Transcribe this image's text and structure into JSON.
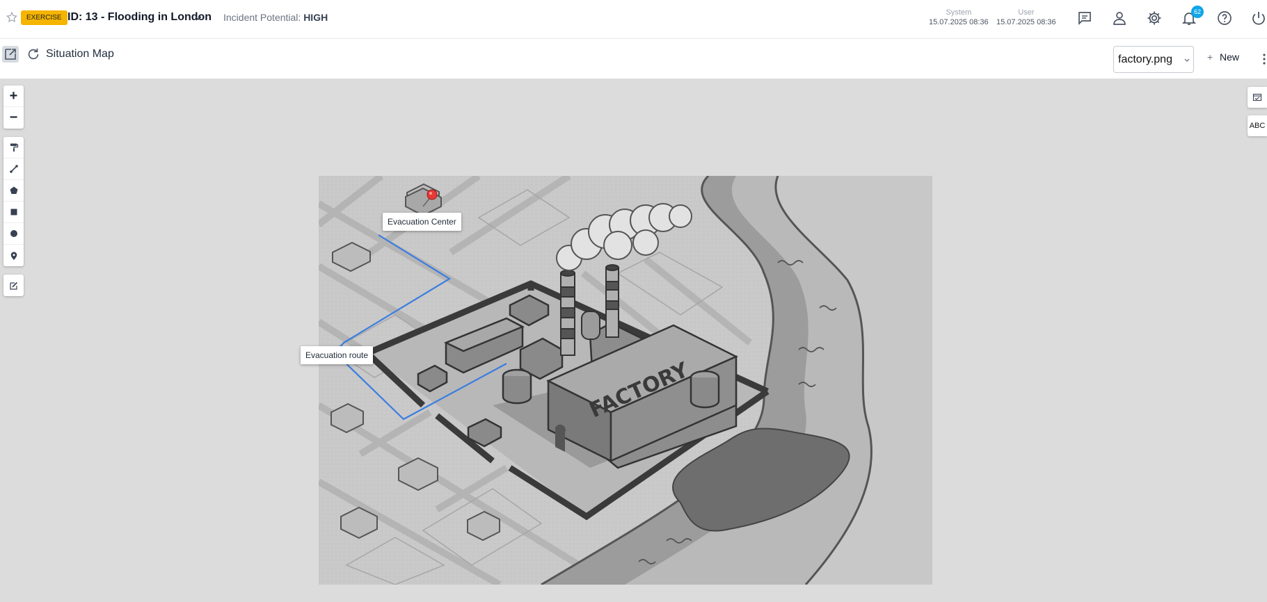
{
  "topbar": {
    "badge": "EXERCISE",
    "incident_title": "ID: 13 - Flooding in London",
    "potential_label": "Incident Potential:",
    "potential_value": "HIGH",
    "clocks": [
      {
        "label": "System",
        "value": "15.07.2025 08:36"
      },
      {
        "label": "User",
        "value": "15.07.2025 08:36"
      }
    ],
    "notifications_count": "62",
    "icons": [
      "star-icon",
      "chevron-down-icon",
      "chat-icon",
      "user-icon",
      "gear-icon",
      "bell-icon",
      "help-icon",
      "power-icon"
    ]
  },
  "subbar": {
    "title": "Situation Map",
    "map_select": {
      "value": "factory.png"
    },
    "new_label": "New",
    "icons": [
      "expand-icon",
      "refresh-icon",
      "more-vertical-icon"
    ]
  },
  "map_tools": {
    "zoom": [
      {
        "label": "+"
      },
      {
        "label": "−"
      }
    ],
    "draw_tools": [
      "paint-roller-icon",
      "line-icon",
      "polygon-icon",
      "square-icon",
      "circle-icon",
      "marker-icon"
    ],
    "edit_tool": "edit-icon",
    "right_buttons": [
      "layers-icon",
      "ABC"
    ]
  },
  "map": {
    "image_text": "FACTORY",
    "labels": {
      "evacuation_center": "Evacuation Center",
      "evacuation_route": "Evacuation route"
    },
    "route_color": "#3b7de0",
    "marker_color": "#e53935"
  },
  "colors": {
    "badge": "#f5b400",
    "notification": "#0ea5e9",
    "map_background": "#dcdcdc"
  }
}
